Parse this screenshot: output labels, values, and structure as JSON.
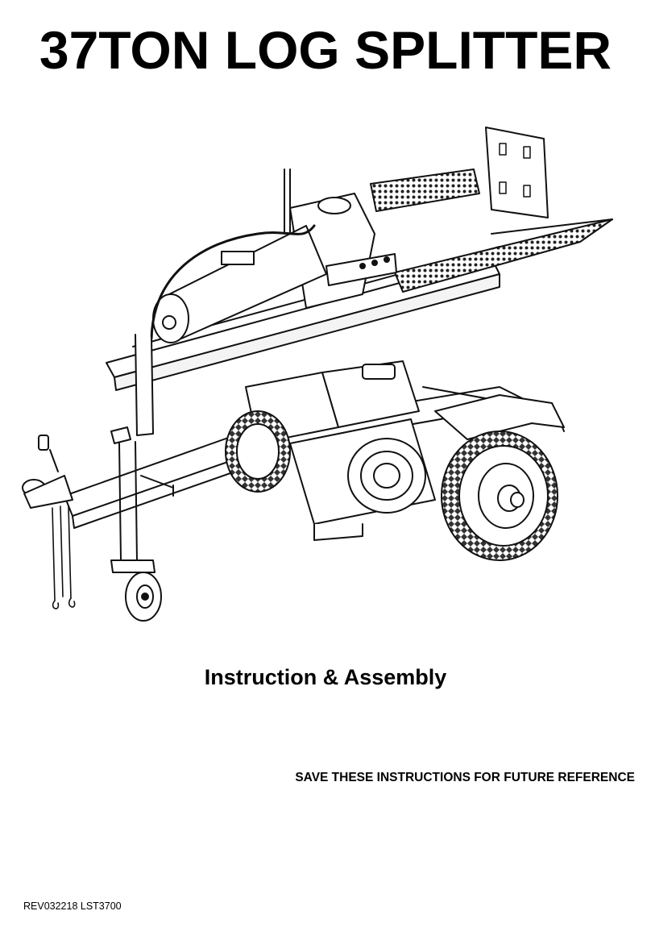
{
  "document": {
    "title": "37TON LOG SPLITTER",
    "subtitle": "Instruction & Assembly",
    "save_note": "SAVE THESE INSTRUCTIONS FOR FUTURE REFERENCE",
    "revision": "REV032218 LST3700"
  },
  "illustration": {
    "icon": "log-splitter-line-drawing"
  }
}
